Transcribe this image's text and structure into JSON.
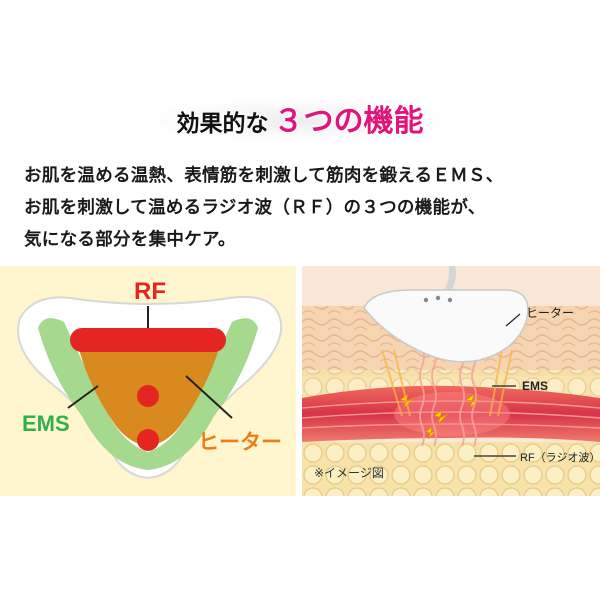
{
  "headline": {
    "lead": "効果的な",
    "accent": "３つの機能"
  },
  "description": {
    "lines": [
      "お肌を温める温熱、表情筋を刺激して筋肉を鍛えるＥＭＳ、",
      "お肌を刺激して温めるラジオ波（ＲＦ）の３つの機能が、",
      "気になる部分を集中ケア。"
    ]
  },
  "left_diagram": {
    "labels": {
      "rf": "RF",
      "ems": "EMS",
      "heater": "ヒーター"
    },
    "colors": {
      "rf": "#e52521",
      "ems": "#30b04a",
      "heater": "#ef7c14",
      "ems_band": "#9fd48a",
      "heater_fill": "#d9891c",
      "background": "#fff6cf"
    }
  },
  "right_diagram": {
    "labels": {
      "heater": "ヒーター",
      "ems": "EMS",
      "rf": "RF（ラジオ波）",
      "note": "※イメージ図"
    }
  }
}
